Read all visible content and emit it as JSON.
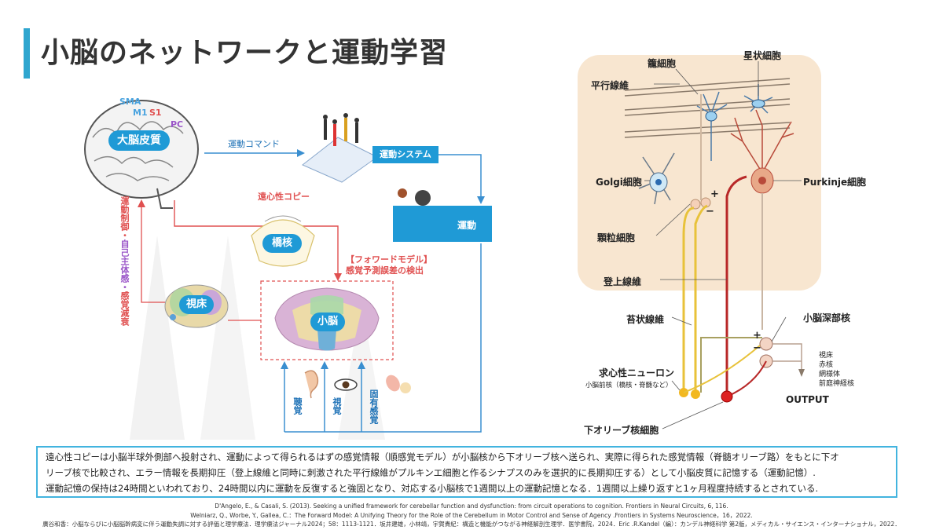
{
  "title": "小脳のネットワークと運動学習",
  "left": {
    "cortex_label": "大脳皮質",
    "area_sma": "SMA",
    "area_m1": "M1",
    "area_s1": "S1",
    "area_pc": "PC",
    "motor_command": "運動コマンド",
    "motor_system": "運動システム",
    "movement": "運動",
    "efference_copy": "遠心性コピー",
    "pons": "橋核",
    "forward_model": "【フォワードモデル】",
    "prediction_error": "感覚予測誤差の検出",
    "thalamus": "視床",
    "cerebellum": "小脳",
    "vertical_text_1": "運動制御・",
    "vertical_text_2": "自己主体感・",
    "vertical_text_3": "感覚減衰",
    "sense_hearing": "聴覚",
    "sense_vision": "視覚",
    "sense_proprio": "固有感覚"
  },
  "right": {
    "basket": "籠細胞",
    "stellate": "星状細胞",
    "parallel_fiber": "平行線維",
    "golgi": "Golgi細胞",
    "purkinje": "Purkinje細胞",
    "granule": "顆粒細胞",
    "climbing": "登上線維",
    "mossy": "苔状線維",
    "deep_nuclei": "小脳深部核",
    "afferent": "求心性ニューロン",
    "afferent_sub": "小脳前核（橋核・脊髄など）",
    "targets": [
      "視床",
      "赤核",
      "網様体",
      "前庭神経核"
    ],
    "output": "OUTPUT",
    "olive": "下オリーブ核細胞",
    "plus": "+",
    "minus": "−"
  },
  "info": {
    "line1": "遠心性コピーは小脳半球外側部へ投射され、運動によって得られるはずの感覚情報（順感覚モデル）が小脳核から下オリーブ核へ送られ、実際に得られた感覚情報（脊髄オリーブ路）をもとに下オ",
    "line2": "リーブ核で比較され、エラー情報を長期抑圧（登上線維と同時に刺激された平行線維がプルキンエ細胞と作るシナプスのみを選択的に長期抑圧する）として小脳皮質に記憶する（運動記憶）.",
    "line3": "運動記憶の保持は24時間といわれており、24時間以内に運動を反復すると強固となり、対応する小脳核で1週間以上の運動記憶となる．1週間以上繰り返すと1ヶ月程度持続するとされている."
  },
  "references": [
    "D'Angelo, E., & Casali, S. (2013). Seeking a unified framework for cerebellar function and dysfunction: from circuit operations to cognition. Frontiers in Neural Circuits, 6, 116.",
    "Welniarz, Q., Worbe, Y., Gallea, C.：The Forward Model: A Unifying Theory for the Role of the Cerebellum in Motor Control and Sense of Agency .Frontiers in Systems Neuroscience，16，2022.",
    "廣谷和香：小脳ならびに小脳脳幹病変に伴う運動失調に対する評価と理学療法．理学療法ジャーナル2024；58：1113-1121．坂井建雄，小林靖，宇賀貴紀：構造と機能がつながる神経解剖生理学．医学書院，2024．Eric .R.Kandel（編）：カンデル神経科学 第2版，メディカル・サイエンス・インターナショナル，2022．"
  ],
  "colors": {
    "accent": "#2fa6cf",
    "pill": "#1f9ad6",
    "red": "#e05050",
    "purple": "#9a55c8",
    "yellow": "#e8c23a",
    "darkred": "#b82828"
  }
}
